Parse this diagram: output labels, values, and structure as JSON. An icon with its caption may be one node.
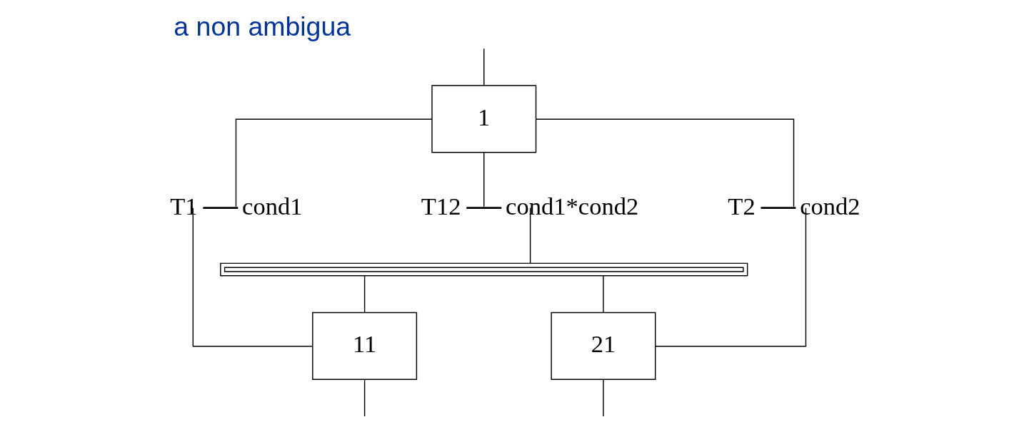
{
  "diagram": {
    "title": "a non ambigua",
    "nodes": [
      {
        "text": [
          "1"
        ]
      },
      {
        "text": [
          "T1",
          "cond1"
        ]
      },
      {
        "text": [
          "T12",
          "cond1*cond2"
        ]
      },
      {
        "text": [
          "T2",
          "cond2"
        ]
      },
      {
        "text": [],
        "shape": "bar"
      },
      {
        "text": [
          "11"
        ]
      },
      {
        "text": [
          "21"
        ]
      }
    ],
    "edges": [
      {
        "from": null,
        "to": 0,
        "arrow": "none"
      },
      {
        "from": 0,
        "to": 1,
        "arrow": "none"
      },
      {
        "from": 0,
        "to": 2,
        "arrow": "none"
      },
      {
        "from": 0,
        "to": 3,
        "arrow": "none"
      },
      {
        "from": 1,
        "to": 5,
        "arrow": "none"
      },
      {
        "from": 2,
        "to": 4,
        "arrow": "none"
      },
      {
        "from": 3,
        "to": 6,
        "arrow": "none"
      },
      {
        "from": 4,
        "to": 5,
        "arrow": "none"
      },
      {
        "from": 4,
        "to": 6,
        "arrow": "none"
      },
      {
        "from": 5,
        "to": null,
        "arrow": "none"
      },
      {
        "from": 6,
        "to": null,
        "arrow": "none"
      }
    ]
  }
}
